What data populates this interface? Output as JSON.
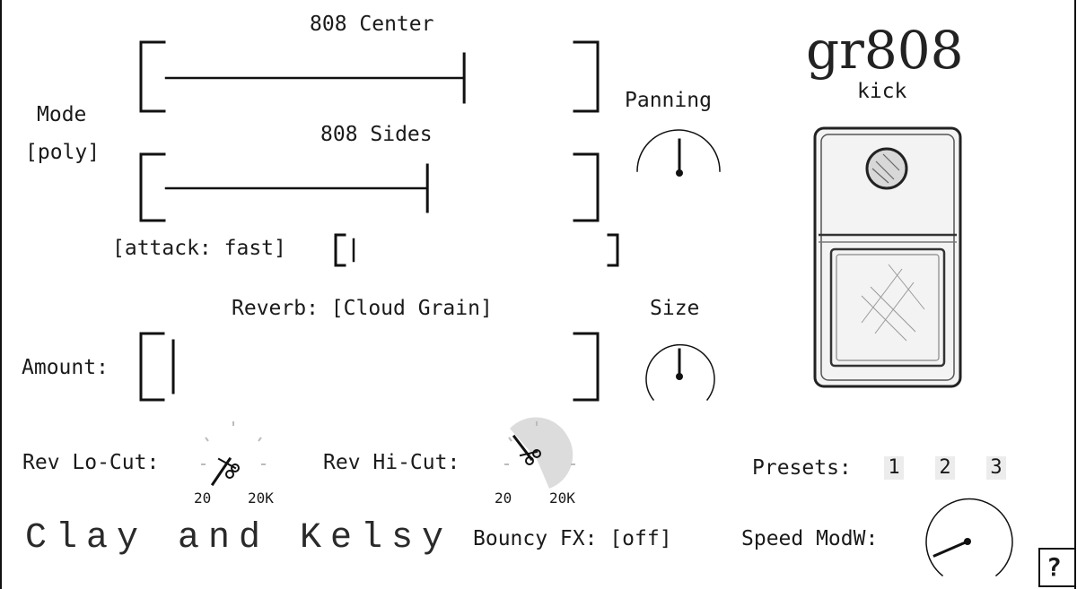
{
  "plugin": {
    "title": "gr808",
    "subtitle": "kick",
    "brand": "Clay and Kelsy",
    "help_label": "?"
  },
  "center": {
    "label": "808 Center",
    "value": 0.73
  },
  "sides": {
    "label": "808 Sides",
    "value": 0.64
  },
  "attack": {
    "label": "[attack: fast]",
    "value": 0.0
  },
  "mode": {
    "label": "Mode",
    "value": "[poly]"
  },
  "panning": {
    "label": "Panning",
    "value": 0.5
  },
  "reverb": {
    "label": "Reverb: [Cloud Grain]"
  },
  "amount": {
    "label": "Amount:",
    "value": 0.02
  },
  "size": {
    "label": "Size",
    "value": 0.5
  },
  "lo_cut": {
    "label": "Rev Lo-Cut:",
    "min": "20",
    "max": "20K"
  },
  "hi_cut": {
    "label": "Rev Hi-Cut:",
    "min": "20",
    "max": "20K"
  },
  "bouncy": {
    "label": "Bouncy FX: [off]"
  },
  "presets": {
    "label": "Presets:",
    "items": [
      "1",
      "2",
      "3"
    ]
  },
  "speed": {
    "label": "Speed ModW:",
    "value": 0.08
  },
  "colors": {
    "ink": "#111111",
    "preset_bg": "#ececec",
    "knob_fill": "#dcdcdc"
  }
}
